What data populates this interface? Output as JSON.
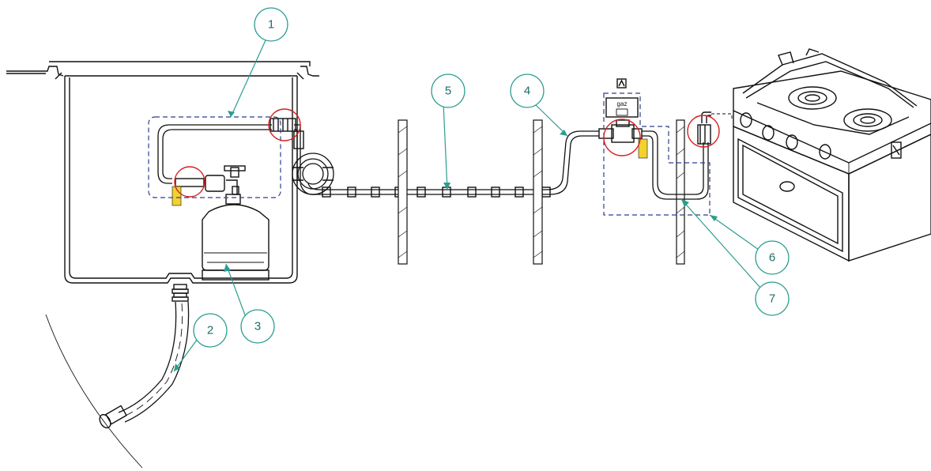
{
  "callouts": [
    {
      "label": "1"
    },
    {
      "label": "2"
    },
    {
      "label": "3"
    },
    {
      "label": "4"
    },
    {
      "label": "5"
    },
    {
      "label": "6"
    },
    {
      "label": "7"
    }
  ],
  "valve_label": "gaz",
  "colors": {
    "callout": "#2a9d8f",
    "leader": "#2a9d8f",
    "dashed_box": "#2f3e8f",
    "highlight_ring": "#d62020",
    "tag": "#f2d22e",
    "line": "#111111"
  },
  "icons": [
    "gas-locker",
    "gas-bottle",
    "regulator-valve",
    "drain-hose",
    "supply-pipe",
    "shutoff-valve",
    "cooker-oven",
    "bulkhead"
  ]
}
